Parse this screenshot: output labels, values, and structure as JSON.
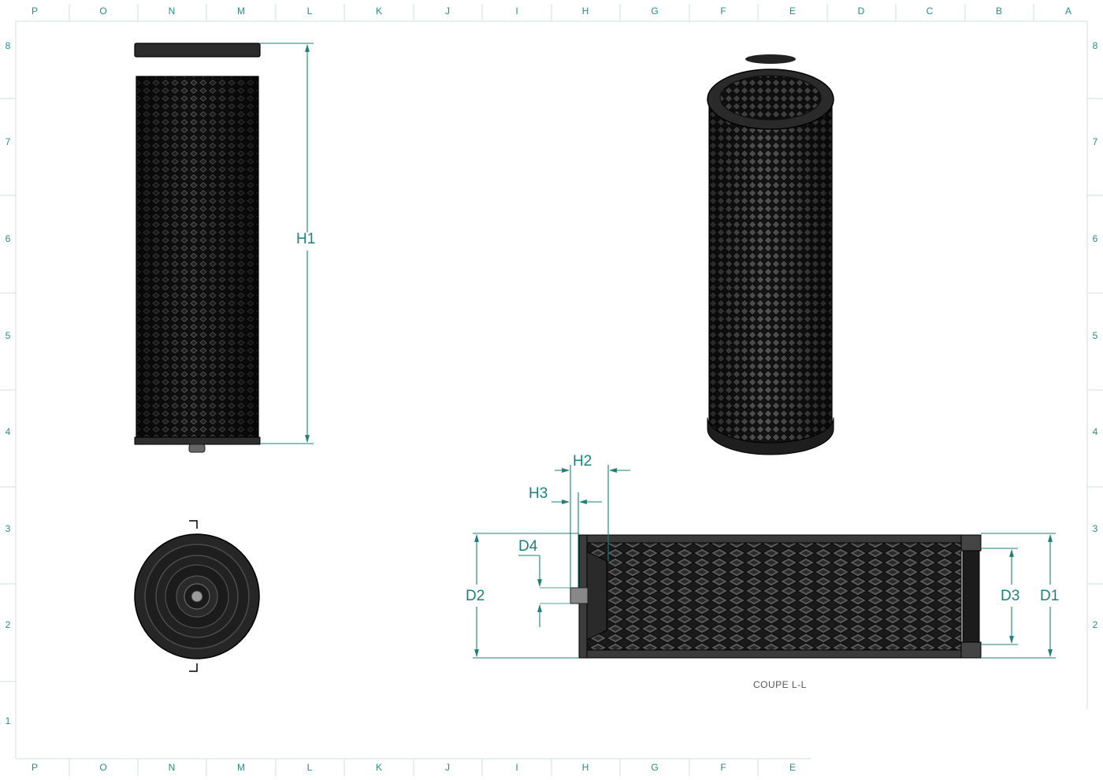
{
  "frame": {
    "top_columns": [
      "P",
      "O",
      "N",
      "M",
      "L",
      "K",
      "J",
      "I",
      "H",
      "G",
      "F",
      "E",
      "D",
      "C",
      "B",
      "A"
    ],
    "bottom_columns": [
      "P",
      "O",
      "N",
      "M",
      "L",
      "K",
      "J",
      "I",
      "H",
      "G",
      "F",
      "E"
    ],
    "rows": [
      "8",
      "7",
      "6",
      "5",
      "4",
      "3",
      "2",
      "1"
    ]
  },
  "dimensions": {
    "h1": "H1",
    "h2": "H2",
    "h3": "H3",
    "d1": "D1",
    "d2": "D2",
    "d3": "D3",
    "d4": "D4"
  },
  "section_caption": "COUPE L-L",
  "colors": {
    "dimension": "#1f7f7b",
    "frame_text": "#2a8a86",
    "part_dark": "#1b1b1b",
    "mesh": "#3a3a3a"
  }
}
